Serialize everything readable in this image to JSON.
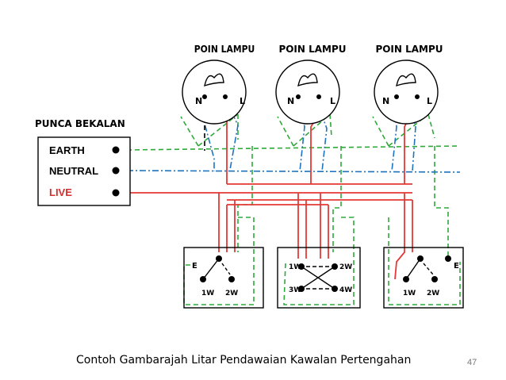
{
  "lamps": {
    "title": "POIN LAMPU",
    "neutral_label": "N",
    "live_label": "L"
  },
  "supply": {
    "title": "PUNCA BEKALAN",
    "earth": "EARTH",
    "neutral": "NEUTRAL",
    "live": "LIVE"
  },
  "switches": {
    "earth": "E",
    "t1w": "1W",
    "t2w": "2W",
    "t3w": "3W",
    "t4w": "4W"
  },
  "colors": {
    "live": "#e53935",
    "neutral": "#1e73be",
    "earth": "#2eaa3a",
    "live_label": "#d32f2f"
  },
  "caption": "Contoh Gambarajah Litar Pendawaian Kawalan Pertengahan",
  "page_number": "47"
}
